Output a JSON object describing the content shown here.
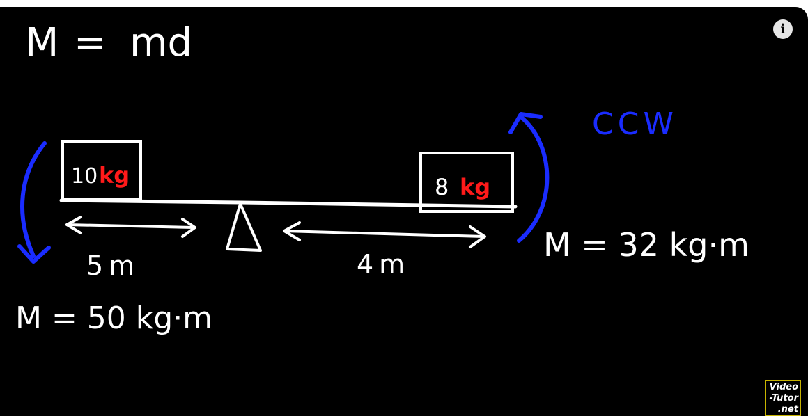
{
  "formula": {
    "M": "M",
    "eq": "=",
    "rhs": "md"
  },
  "left_block": {
    "num": "10",
    "unit": "kg"
  },
  "right_block": {
    "num": "8",
    "unit": "kg"
  },
  "left_distance": "5m",
  "right_distance": "4m",
  "left_moment": "M = 50 kg·m",
  "right_moment": "M = 32 kg·m",
  "rotation_label": "CCW",
  "watermark": {
    "line1": "Video",
    "line2": "-Tutor",
    "line3": ".net"
  },
  "colors": {
    "background": "#000000",
    "chalk": "#ffffff",
    "unit_red": "#ff1a1a",
    "arrow_blue": "#1a2cff"
  },
  "icons": {
    "info": "info-icon"
  }
}
